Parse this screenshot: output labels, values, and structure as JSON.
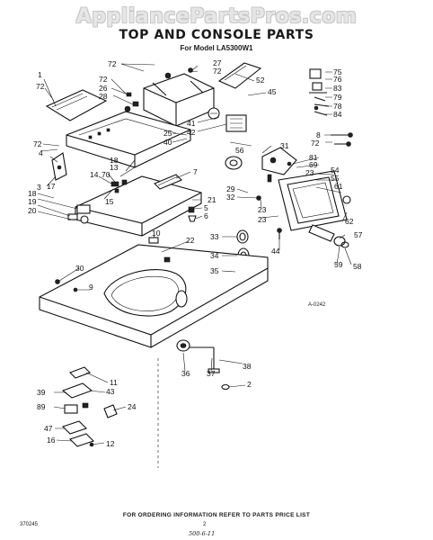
{
  "watermark": "AppliancePartsPros.com",
  "title": "TOP AND CONSOLE PARTS",
  "subtitle": "For Model LA5300W1",
  "figure_code": "A-0242",
  "left_code": "370245",
  "footer_text": "FOR ORDERING INFORMATION REFER TO PARTS PRICE LIST",
  "page_number": "2",
  "handwritten_note": "500-6-11",
  "callouts": [
    {
      "id": "1",
      "label": "1"
    },
    {
      "id": "72a",
      "label": "72"
    },
    {
      "id": "72b",
      "label": "72"
    },
    {
      "id": "27",
      "label": "27"
    },
    {
      "id": "72c",
      "label": "72"
    },
    {
      "id": "72d",
      "label": "72"
    },
    {
      "id": "26",
      "label": "26"
    },
    {
      "id": "28",
      "label": "28"
    },
    {
      "id": "52",
      "label": "52"
    },
    {
      "id": "45",
      "label": "45"
    },
    {
      "id": "75",
      "label": "75"
    },
    {
      "id": "76",
      "label": "76"
    },
    {
      "id": "83",
      "label": "83"
    },
    {
      "id": "79",
      "label": "79"
    },
    {
      "id": "78",
      "label": "78"
    },
    {
      "id": "84",
      "label": "84"
    },
    {
      "id": "41",
      "label": "41"
    },
    {
      "id": "42",
      "label": "42"
    },
    {
      "id": "25",
      "label": "25"
    },
    {
      "id": "40",
      "label": "40"
    },
    {
      "id": "8",
      "label": "8"
    },
    {
      "id": "72e",
      "label": "72"
    },
    {
      "id": "72f",
      "label": "72"
    },
    {
      "id": "56",
      "label": "56"
    },
    {
      "id": "31",
      "label": "31"
    },
    {
      "id": "4",
      "label": "4"
    },
    {
      "id": "81",
      "label": "81"
    },
    {
      "id": "69",
      "label": "69"
    },
    {
      "id": "18",
      "label": "18"
    },
    {
      "id": "13",
      "label": "13"
    },
    {
      "id": "7",
      "label": "7"
    },
    {
      "id": "23a",
      "label": "23"
    },
    {
      "id": "54",
      "label": "54"
    },
    {
      "id": "55",
      "label": "55"
    },
    {
      "id": "14",
      "label": "14"
    },
    {
      "id": "70",
      "label": "70"
    },
    {
      "id": "61",
      "label": "61"
    },
    {
      "id": "3",
      "label": "3"
    },
    {
      "id": "17",
      "label": "17"
    },
    {
      "id": "15",
      "label": "15"
    },
    {
      "id": "29",
      "label": "29"
    },
    {
      "id": "32",
      "label": "32"
    },
    {
      "id": "18b",
      "label": "18"
    },
    {
      "id": "21",
      "label": "21"
    },
    {
      "id": "19",
      "label": "19"
    },
    {
      "id": "20",
      "label": "20"
    },
    {
      "id": "5",
      "label": "5"
    },
    {
      "id": "23b",
      "label": "23"
    },
    {
      "id": "6",
      "label": "6"
    },
    {
      "id": "62",
      "label": "62"
    },
    {
      "id": "23c",
      "label": "23"
    },
    {
      "id": "10",
      "label": "10"
    },
    {
      "id": "22",
      "label": "22"
    },
    {
      "id": "33",
      "label": "33"
    },
    {
      "id": "57",
      "label": "57"
    },
    {
      "id": "44",
      "label": "44"
    },
    {
      "id": "34",
      "label": "34"
    },
    {
      "id": "59",
      "label": "59"
    },
    {
      "id": "58",
      "label": "58"
    },
    {
      "id": "30",
      "label": "30"
    },
    {
      "id": "35",
      "label": "35"
    },
    {
      "id": "9",
      "label": "9"
    },
    {
      "id": "38",
      "label": "38"
    },
    {
      "id": "36",
      "label": "36"
    },
    {
      "id": "37",
      "label": "37"
    },
    {
      "id": "2",
      "label": "2"
    },
    {
      "id": "11",
      "label": "11"
    },
    {
      "id": "39",
      "label": "39"
    },
    {
      "id": "43",
      "label": "43"
    },
    {
      "id": "89",
      "label": "89"
    },
    {
      "id": "24",
      "label": "24"
    },
    {
      "id": "47",
      "label": "47"
    },
    {
      "id": "16",
      "label": "16"
    },
    {
      "id": "12",
      "label": "12"
    }
  ]
}
